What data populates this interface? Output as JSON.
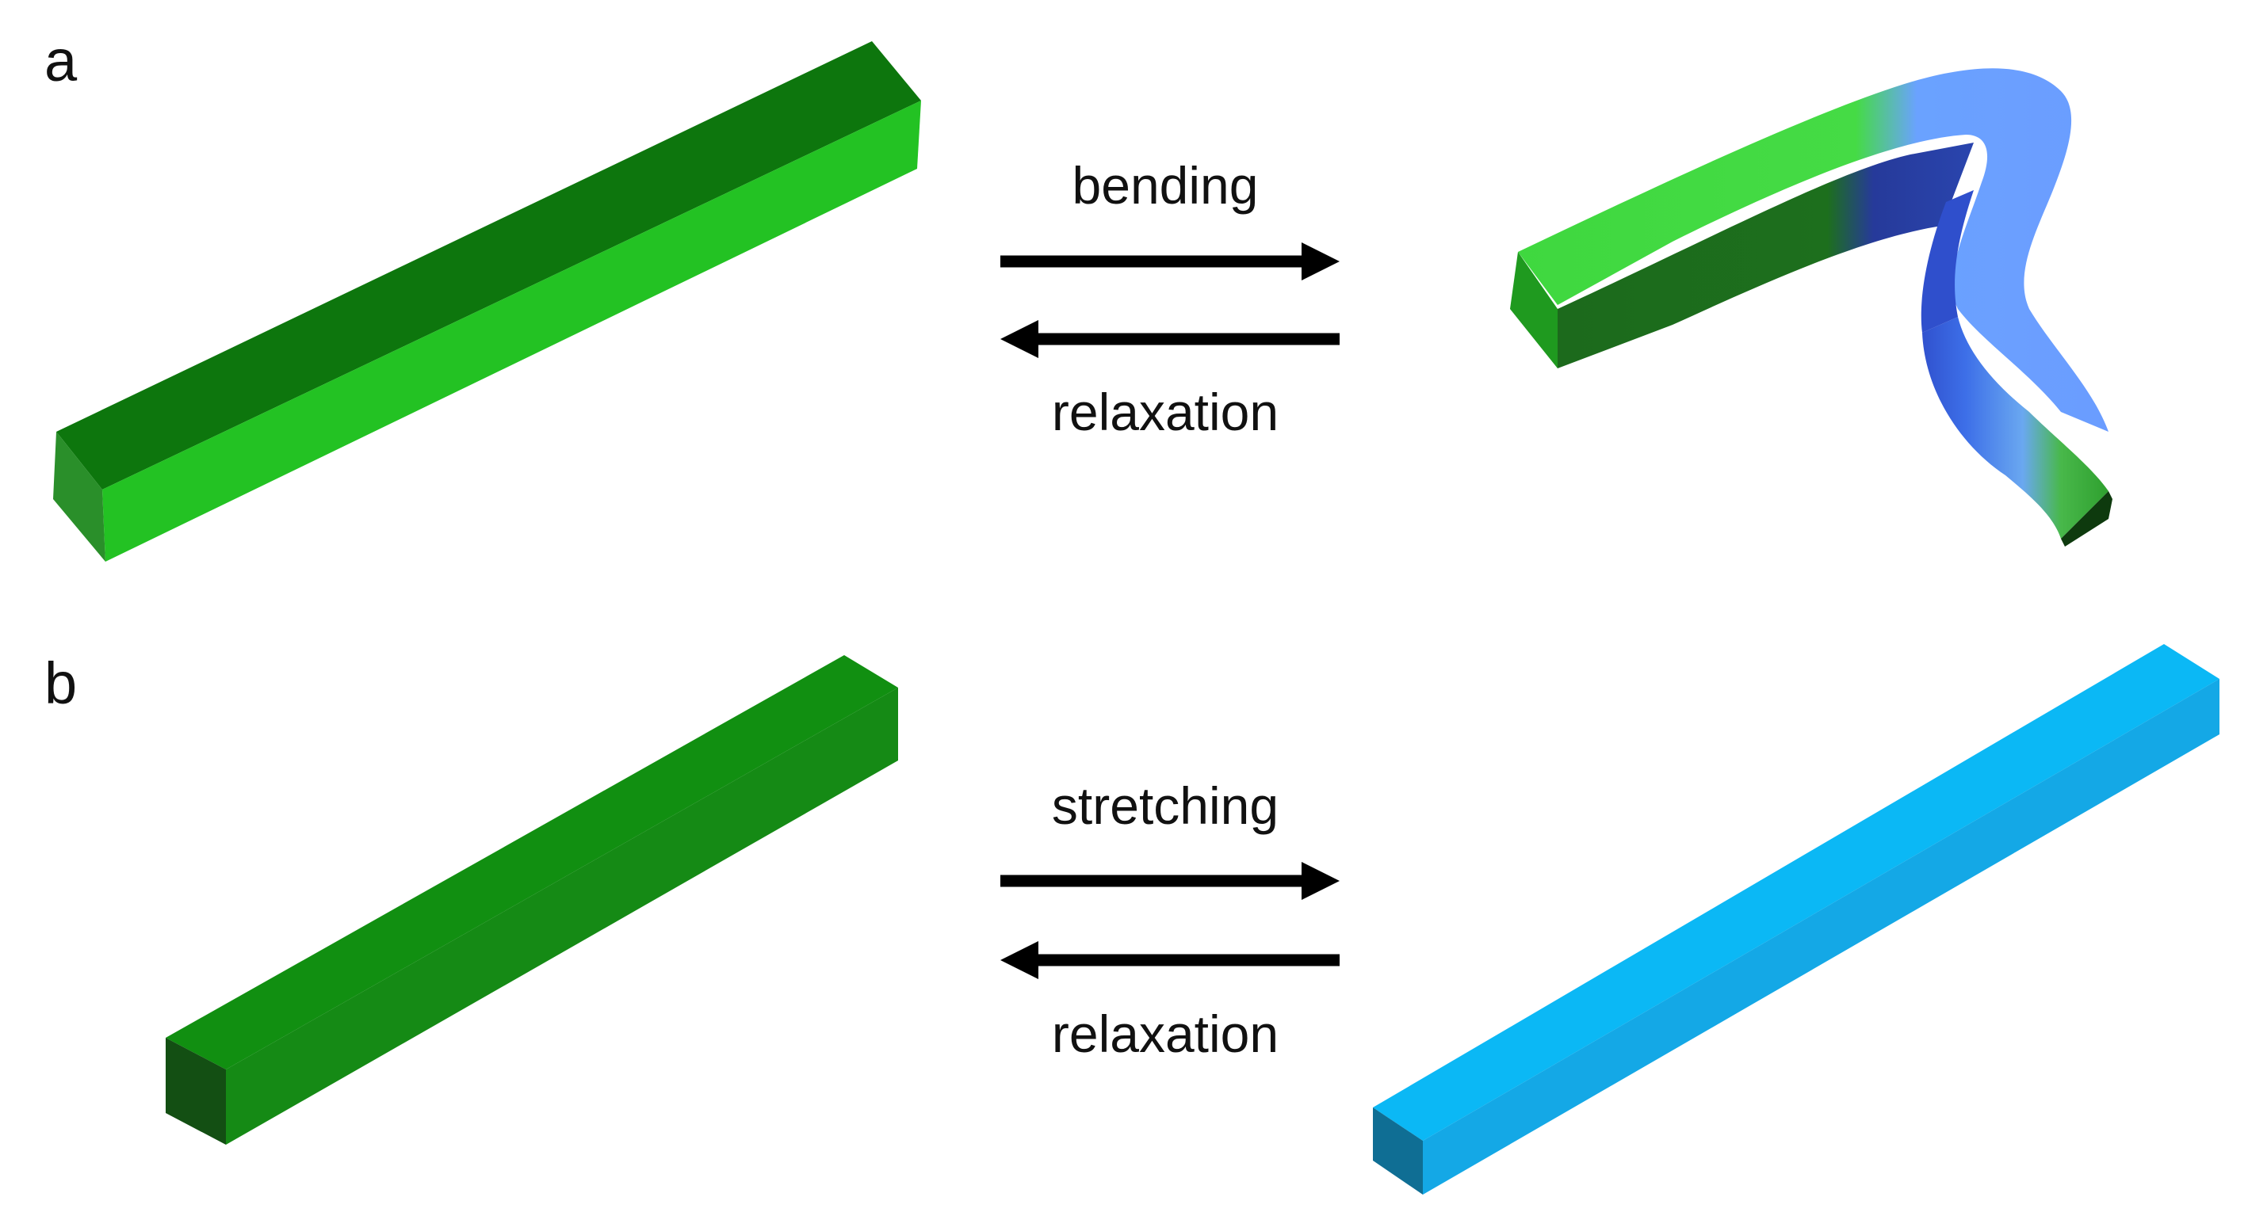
{
  "figure": {
    "panels": [
      {
        "letter": "a",
        "forward_label": "bending",
        "reverse_label": "relaxation",
        "initial_state_color": "#2ab82a",
        "final_state_colors": [
          "#3fd83f",
          "#6aa2ff",
          "#2f55cc",
          "#2e9a2e"
        ]
      },
      {
        "letter": "b",
        "forward_label": "stretching",
        "reverse_label": "relaxation",
        "initial_state_color": "#138f13",
        "final_state_color": "#0bb8f5"
      }
    ]
  }
}
